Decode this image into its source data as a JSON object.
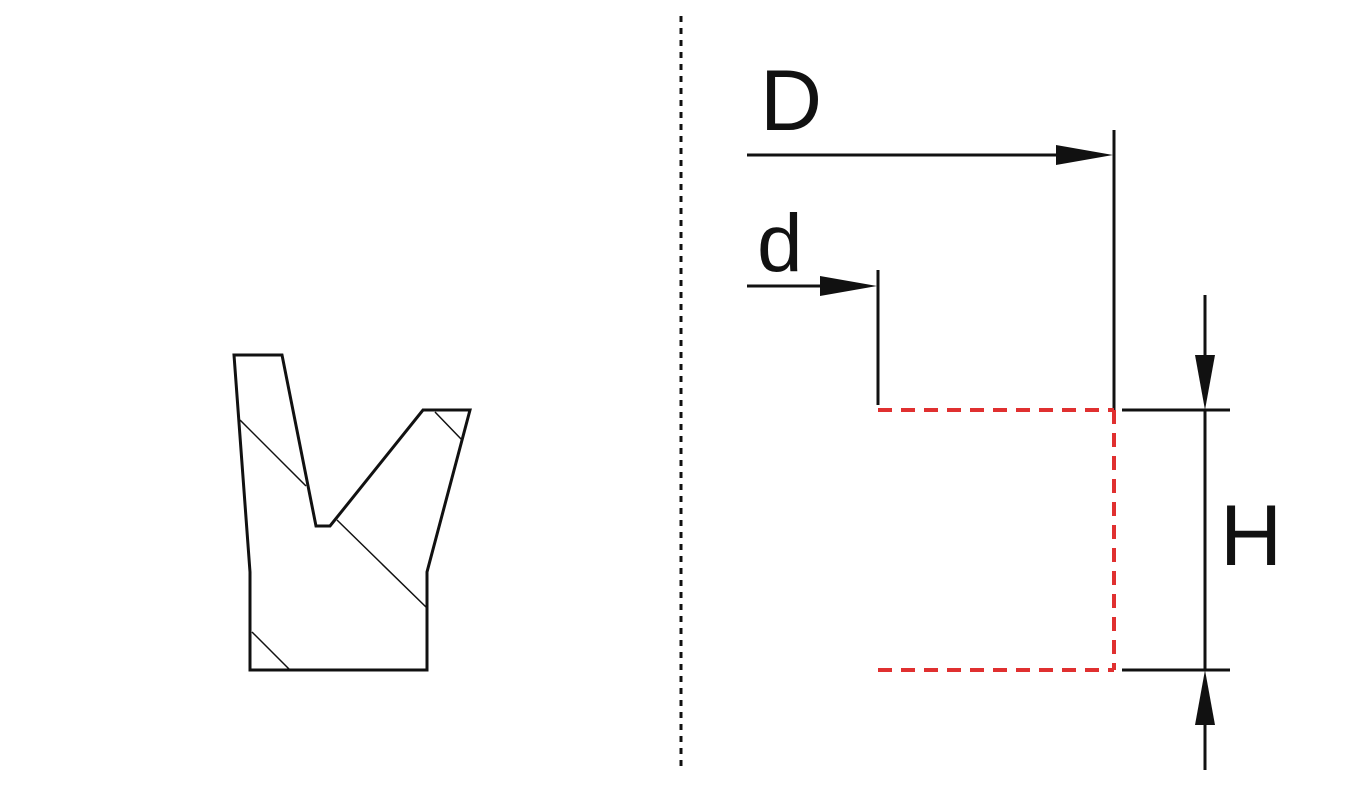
{
  "labels": {
    "outer_diameter": "D",
    "inner_diameter": "d",
    "height": "H"
  },
  "colors": {
    "line": "#111111",
    "groove": "#e03030",
    "background": "#ffffff"
  }
}
